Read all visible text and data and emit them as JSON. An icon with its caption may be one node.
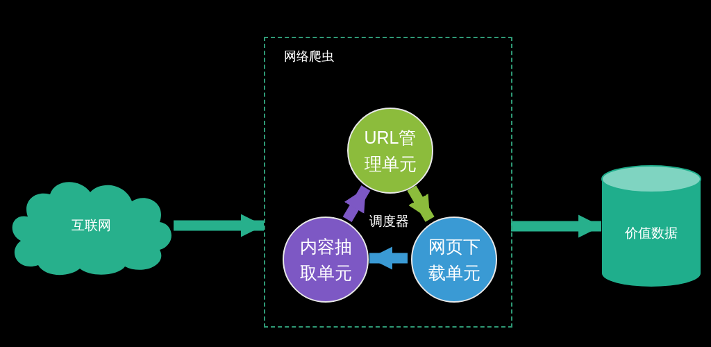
{
  "diagram": {
    "nodes": [
      {
        "text": [
          "互联网"
        ]
      },
      {
        "text": [
          "网络爬虫"
        ]
      },
      {
        "text": [
          "URL管理单元"
        ],
        "in": 1
      },
      {
        "text": [
          "网页下载单元"
        ],
        "in": 1
      },
      {
        "text": [
          "内容抽取单元"
        ],
        "in": 1
      },
      {
        "text": [
          "价值数据"
        ]
      }
    ],
    "edges": [
      {
        "from": 0,
        "to": 1,
        "arrow": "to"
      },
      {
        "from": 2,
        "to": 3,
        "arrow": "to",
        "color": "#8cbc3c"
      },
      {
        "from": 3,
        "to": 4,
        "arrow": "to",
        "color": "#3a9ad4"
      },
      {
        "from": 4,
        "to": 2,
        "arrow": "to",
        "color": "#7d58c4"
      },
      {
        "from": 1,
        "to": 5,
        "arrow": "to"
      }
    ],
    "labels": [
      "调度器"
    ]
  }
}
